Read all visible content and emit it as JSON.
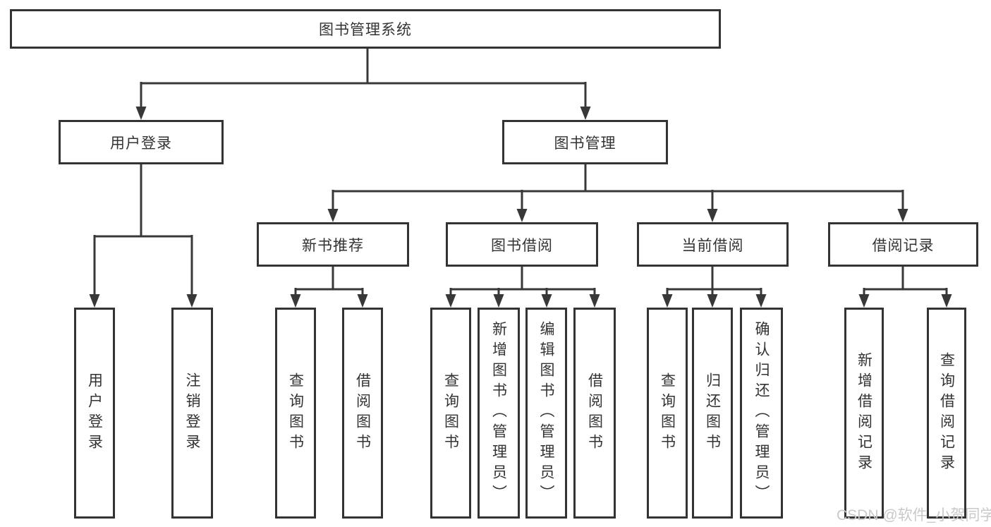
{
  "diagram": {
    "root": {
      "label": "图书管理系统"
    },
    "level2": [
      {
        "label": "用户登录"
      },
      {
        "label": "图书管理"
      }
    ],
    "level3": [
      {
        "label": "新书推荐"
      },
      {
        "label": "图书借阅"
      },
      {
        "label": "当前借阅"
      },
      {
        "label": "借阅记录"
      }
    ],
    "leaves": [
      {
        "label": "用户登录"
      },
      {
        "label": "注销登录"
      },
      {
        "label": "查询图书"
      },
      {
        "label": "借阅图书"
      },
      {
        "label": "查询图书"
      },
      {
        "label": "新增图书（管理员）"
      },
      {
        "label": "编辑图书（管理员）"
      },
      {
        "label": "借阅图书"
      },
      {
        "label": "查询图书"
      },
      {
        "label": "归还图书"
      },
      {
        "label": "确认归还（管理员）"
      },
      {
        "label": "新增借阅记录"
      },
      {
        "label": "查询借阅记录"
      }
    ]
  },
  "watermark": {
    "text": "CSDN @软件_小贺同学"
  },
  "colors": {
    "line": "#383838",
    "border": "#333333",
    "text": "#333333",
    "watermark": "#c9c9c9",
    "background": "#ffffff"
  }
}
